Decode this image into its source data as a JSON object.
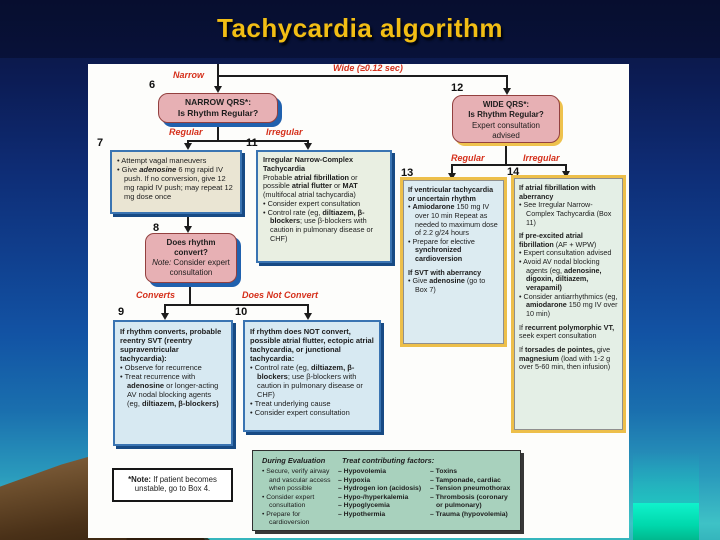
{
  "slide": {
    "title": "Tachycardia algorithm",
    "accent_colors": {
      "title_yellow": "#f2be14",
      "branch_label_red": "#d5301b",
      "pink_box": "#e7b0b4",
      "blue_shadow": "#2061ae",
      "yellow_ring": "#edbf4a",
      "evaluation_green": "#a8d1bd",
      "cyan_accent": "#10f2cc"
    }
  },
  "flow": {
    "labels": {
      "narrow": "Narrow",
      "wide": "Wide (≥0.12 sec)",
      "regular1": "Regular",
      "irregular1": "Irregular",
      "converts": "Converts",
      "does_not_convert": "Does Not Convert",
      "regular2": "Regular",
      "irregular2": "Irregular"
    },
    "numbers": {
      "n6": "6",
      "n7": "7",
      "n8": "8",
      "n9": "9",
      "n10": "10",
      "n11": "11",
      "n12": "12",
      "n13": "13",
      "n14": "14"
    },
    "boxes": {
      "b6": {
        "lines": [
          "NARROW QRS*:",
          "Is Rhythm Regular?"
        ]
      },
      "b12": {
        "line1": "WIDE QRS*:",
        "line2": "Is Rhythm Regular?",
        "line3": "Expert consultation advised"
      },
      "b7": {
        "lines": [
          [
            {
              "t": "• Attempt vagal maneuvers"
            }
          ],
          [
            {
              "t": "• Give "
            },
            {
              "t": "adenosine",
              "b": true,
              "i": true
            },
            {
              "t": " 6 mg rapid IV push. If no conversion, give 12 mg rapid IV push; may repeat 12 mg dose once"
            }
          ]
        ]
      },
      "b8": {
        "lines": [
          [
            {
              "t": "Does rhythm convert?",
              "b": true
            }
          ],
          [
            {
              "t": "Note:",
              "i": true
            },
            {
              "t": " Consider expert consultation"
            }
          ]
        ]
      },
      "b9": {
        "lines": [
          [
            {
              "t": "If rhythm converts, probable reentry SVT (reentry supraventricular tachycardia):",
              "b": true
            }
          ],
          [
            {
              "t": "• Observe for recurrence"
            }
          ],
          [
            {
              "t": "• Treat recurrence with "
            },
            {
              "t": "adenosine",
              "b": true
            },
            {
              "t": " or longer-acting AV nodal blocking agents (eg, "
            },
            {
              "t": "diltiazem, β-blockers)",
              "b": true
            }
          ]
        ]
      },
      "b10": {
        "lines": [
          [
            {
              "t": "If rhythm does NOT convert, possible atrial flutter, ectopic atrial tachycardia, or junctional tachycardia:",
              "b": true
            }
          ],
          [
            {
              "t": "• Control rate (eg, "
            },
            {
              "t": "diltiazem, β-blockers",
              "b": true
            },
            {
              "t": "; use β-blockers with caution in pulmonary disease or CHF)"
            }
          ],
          [
            {
              "t": "• Treat underlying cause"
            }
          ],
          [
            {
              "t": "• Consider expert consultation"
            }
          ]
        ]
      },
      "b11": {
        "lines": [
          [
            {
              "t": "Irregular Narrow-Complex Tachycardia",
              "b": true
            }
          ],
          [
            {
              "t": "Probable "
            },
            {
              "t": "atrial fibrillation",
              "b": true
            },
            {
              "t": " or possible "
            },
            {
              "t": "atrial flutter",
              "b": true
            },
            {
              "t": " or "
            },
            {
              "t": "MAT",
              "b": true
            },
            {
              "t": " (multifocal atrial tachycardia)"
            }
          ],
          [
            {
              "t": "• Consider expert consultation"
            }
          ],
          [
            {
              "t": "• Control rate (eg, "
            },
            {
              "t": "diltiazem, β-blockers",
              "b": true
            },
            {
              "t": "; use β-blockers with caution in pulmonary disease or CHF)"
            }
          ]
        ]
      },
      "b13": {
        "lines": [
          [
            {
              "t": "If ventricular tachycardia or uncertain rhythm",
              "b": true
            }
          ],
          [
            {
              "t": "• "
            },
            {
              "t": "Amiodarone",
              "b": true
            },
            {
              "t": " 150 mg IV over 10 min Repeat as needed to maximum dose of 2.2 g/24 hours"
            }
          ],
          [
            {
              "t": "• Prepare for elective "
            },
            {
              "t": "synchronized cardioversion",
              "b": true
            }
          ],
          [
            {
              "t": "If SVT with aberrancy",
              "b": true
            }
          ],
          [
            {
              "t": "• Give "
            },
            {
              "t": "adenosine",
              "b": true
            },
            {
              "t": " (go to Box 7)"
            }
          ]
        ]
      },
      "b14": {
        "lines": [
          [
            {
              "t": "If atrial fibrillation with aberrancy",
              "b": true
            }
          ],
          [
            {
              "t": "• See Irregular Narrow-Complex Tachycardia (Box 11)"
            }
          ],
          [
            {
              "t": "If pre-excited atrial fibrillation",
              "b": true
            },
            {
              "t": " (AF + WPW)"
            }
          ],
          [
            {
              "t": "• Expert consultation advised"
            }
          ],
          [
            {
              "t": "• Avoid AV nodal blocking agents (eg, "
            },
            {
              "t": "adenosine, digoxin, diltiazem, verapamil)",
              "b": true
            }
          ],
          [
            {
              "t": "• Consider antiarrhythmics (eg, "
            },
            {
              "t": "amiodarone",
              "b": true
            },
            {
              "t": " 150 mg IV over 10 min)"
            }
          ],
          [
            {
              "t": "If "
            },
            {
              "t": "recurrent polymorphic VT,",
              "b": true
            },
            {
              "t": " seek expert consultation"
            }
          ],
          [
            {
              "t": "If "
            },
            {
              "t": "torsades de pointes,",
              "b": true
            },
            {
              "t": " give "
            },
            {
              "t": "magnesium",
              "b": true
            },
            {
              "t": " (load with 1-2 g over 5-60 min, then infusion)"
            }
          ]
        ]
      },
      "note": {
        "line": [
          {
            "t": "*Note:",
            "b": true
          },
          {
            "t": " If patient becomes unstable, go to Box 4."
          }
        ]
      }
    },
    "during": {
      "header1": "During Evaluation",
      "header2": "Treat contributing factors:",
      "col1": [
        "• Secure, verify airway and vascular access when possible",
        "• Consider expert consultation",
        "• Prepare for cardioversion"
      ],
      "col2": [
        "– Hypovolemia",
        "– Hypoxia",
        "– Hydrogen ion (acidosis)",
        "– Hypo-/hyperkalemia",
        "– Hypoglycemia",
        "– Hypothermia"
      ],
      "col3": [
        "– Toxins",
        "– Tamponade, cardiac",
        "– Tension pneumothorax",
        "– Thrombosis (coronary or pulmonary)",
        "– Trauma (hypovolemia)"
      ]
    }
  }
}
